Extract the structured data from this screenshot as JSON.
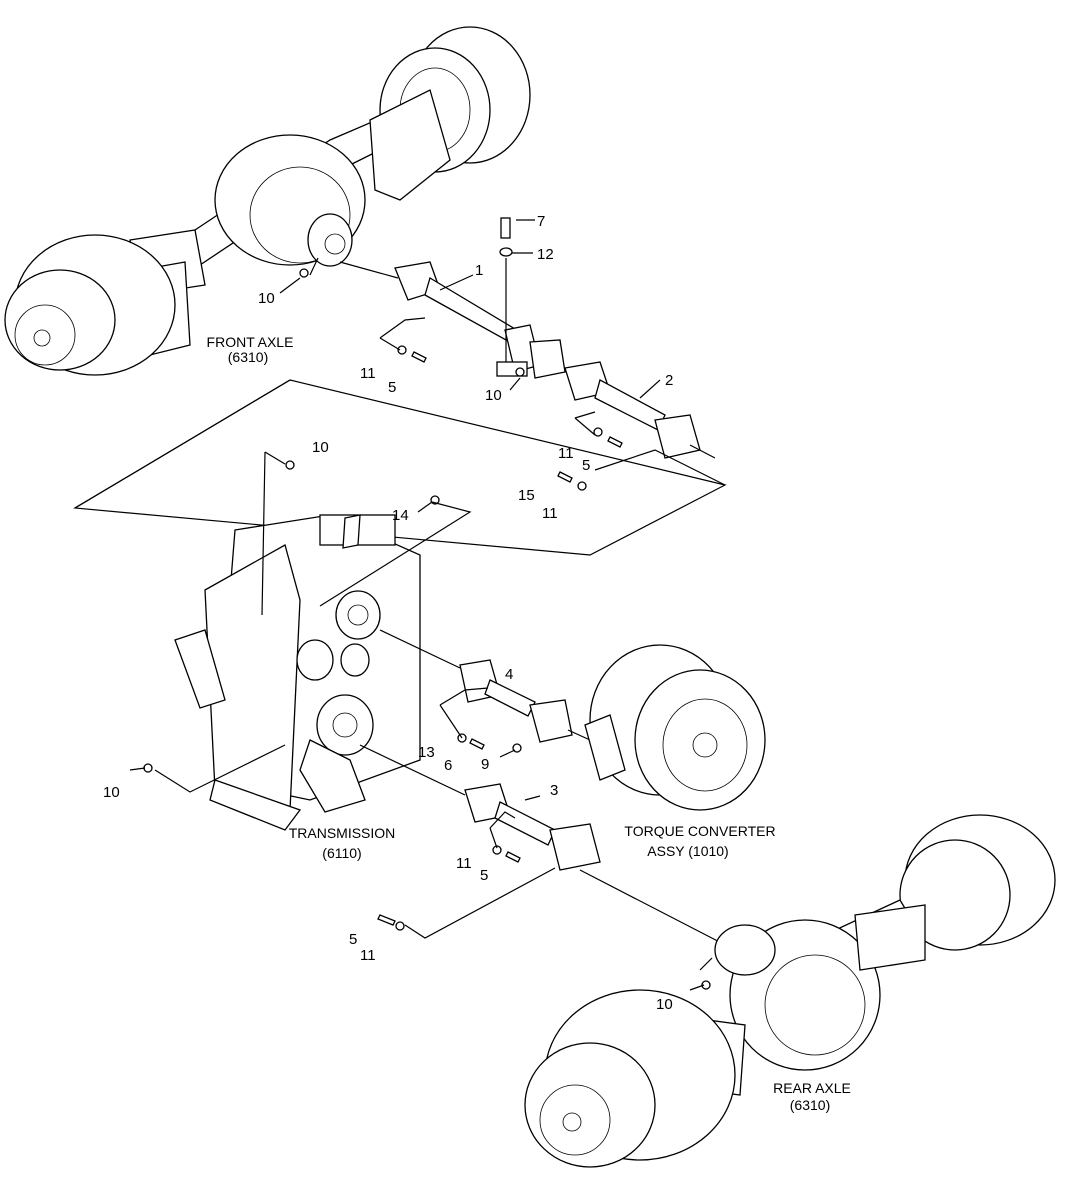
{
  "assemblies": {
    "front_axle": {
      "name": "FRONT AXLE",
      "code": "(6310)"
    },
    "rear_axle": {
      "name": "REAR AXLE",
      "code": "(6310)"
    },
    "transmission": {
      "name": "TRANSMISSION",
      "code": "(6110)"
    },
    "torque_converter": {
      "name": "TORQUE CONVERTER",
      "code": "ASSY (1010)"
    }
  },
  "callouts": {
    "c1": "1",
    "c2": "2",
    "c3": "3",
    "c4": "4",
    "c5a": "5",
    "c5b": "5",
    "c5c": "5",
    "c5d": "5",
    "c6": "6",
    "c7": "7",
    "c9": "9",
    "c10a": "10",
    "c10b": "10",
    "c10c": "10",
    "c10d": "10",
    "c10e": "10",
    "c11a": "11",
    "c11b": "11",
    "c11c": "11",
    "c11d": "11",
    "c11e": "11",
    "c12": "12",
    "c13": "13",
    "c14": "14",
    "c15": "15"
  }
}
